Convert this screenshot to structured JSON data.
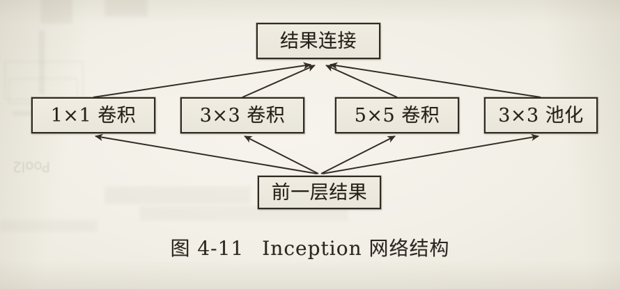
{
  "figure": {
    "caption_prefix": "图 4-11",
    "caption_title_en": "Inception",
    "caption_title_cn": "网络结构",
    "caption_full": "图 4-11　Inception 网络结构"
  },
  "diagram": {
    "type": "flowchart",
    "orientation": "bottom-to-top",
    "nodes": [
      {
        "id": "prev",
        "label": "前一层结果",
        "role": "input",
        "row": "bottom"
      },
      {
        "id": "conv1x1",
        "label": "1×1 卷积",
        "role": "branch",
        "row": "middle"
      },
      {
        "id": "conv3x3",
        "label": "3×3 卷积",
        "role": "branch",
        "row": "middle"
      },
      {
        "id": "conv5x5",
        "label": "5×5 卷积",
        "role": "branch",
        "row": "middle"
      },
      {
        "id": "pool3x3",
        "label": "3×3 池化",
        "role": "branch",
        "row": "middle"
      },
      {
        "id": "concat",
        "label": "结果连接",
        "role": "output",
        "row": "top"
      }
    ],
    "edges": [
      {
        "from": "prev",
        "to": "conv1x1",
        "arrow": "end"
      },
      {
        "from": "prev",
        "to": "conv3x3",
        "arrow": "end"
      },
      {
        "from": "prev",
        "to": "conv5x5",
        "arrow": "end"
      },
      {
        "from": "prev",
        "to": "pool3x3",
        "arrow": "end"
      },
      {
        "from": "conv1x1",
        "to": "concat",
        "arrow": "end"
      },
      {
        "from": "conv3x3",
        "to": "concat",
        "arrow": "end"
      },
      {
        "from": "conv5x5",
        "to": "concat",
        "arrow": "end"
      },
      {
        "from": "pool3x3",
        "to": "concat",
        "arrow": "end"
      }
    ]
  },
  "colors": {
    "paper": "#f2f0e7",
    "ink": "#2f2a22",
    "box_fill": "#eceadf",
    "caption_ink": "#2b2620"
  },
  "background_marks": {
    "description": "faint show-through of printing from the reverse page",
    "ghost_texts": [
      "Pool2",
      "图"
    ]
  }
}
